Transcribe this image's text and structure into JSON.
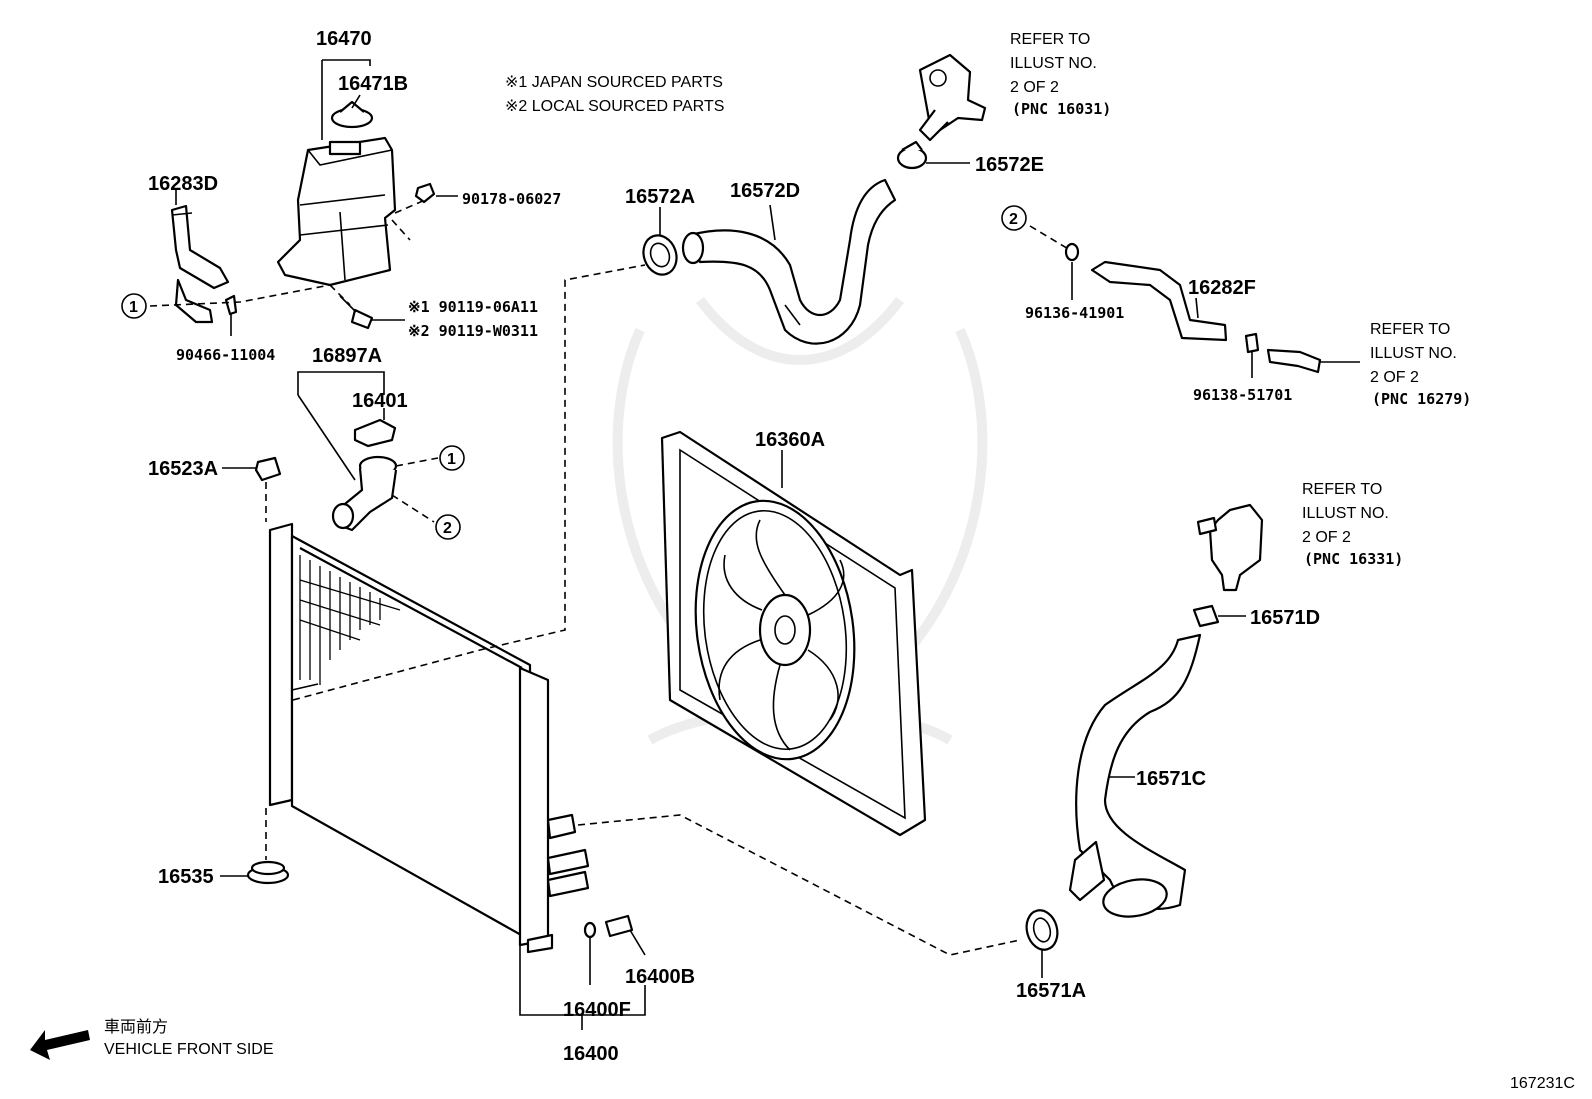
{
  "notes": {
    "japan": "※1 JAPAN SOURCED PARTS",
    "local": "※2 LOCAL SOURCED PARTS"
  },
  "parts": {
    "p16470": "16470",
    "p16471B": "16471B",
    "p90178": "90178-06027",
    "p16283D": "16283D",
    "p90119a": "※1 90119-06A11",
    "p90119b": "※2 90119-W0311",
    "p90466": "90466-11004",
    "p16897A": "16897A",
    "p16401": "16401",
    "p16523A": "16523A",
    "p16535": "16535",
    "p16572A": "16572A",
    "p16572D": "16572D",
    "p16572E": "16572E",
    "p16360A": "16360A",
    "p96136": "96136-41901",
    "p16282F": "16282F",
    "p96138": "96138-51701",
    "p16571D": "16571D",
    "p16571C": "16571C",
    "p16571A": "16571A",
    "p16400B": "16400B",
    "p16400F": "16400F",
    "p16400": "16400"
  },
  "refers": {
    "r1": [
      "REFER TO",
      "ILLUST NO.",
      "2 OF 2",
      "(PNC 16031)"
    ],
    "r2": [
      "REFER TO",
      "ILLUST NO.",
      "2 OF 2",
      "(PNC 16279)"
    ],
    "r3": [
      "REFER TO",
      "ILLUST NO.",
      "2 OF 2",
      "(PNC 16331)"
    ]
  },
  "callouts": {
    "c1": "1",
    "c2": "2"
  },
  "direction": {
    "jp": "車両前方",
    "en": "VEHICLE FRONT SIDE"
  },
  "illustration_id": "167231C"
}
